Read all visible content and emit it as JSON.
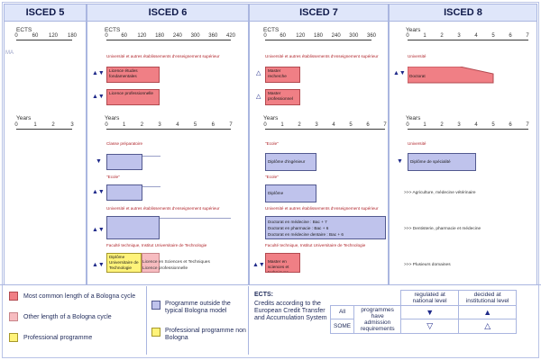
{
  "headers": [
    "ISCED 5",
    "ISCED 6",
    "ISCED 7",
    "ISCED 8"
  ],
  "axes": {
    "ects_label": "ECTS",
    "years_label": "Years",
    "isced5_ects_ticks": [
      "0",
      "60",
      "120",
      "180"
    ],
    "isced6_ects_ticks": [
      "0",
      "60",
      "120",
      "180",
      "240",
      "300",
      "360",
      "420"
    ],
    "isced7_ects_ticks": [
      "0",
      "60",
      "120",
      "180",
      "240",
      "300",
      "360"
    ],
    "isced8_year_ticks": [
      "0",
      "1",
      "2",
      "3",
      "4",
      "5",
      "6",
      "7"
    ],
    "isced5_year_ticks": [
      "0",
      "1",
      "2",
      "3"
    ],
    "isced6_year_ticks": [
      "0",
      "1",
      "2",
      "3",
      "4",
      "5",
      "6",
      "7"
    ],
    "isced7_year_ticks": [
      "0",
      "1",
      "2",
      "3",
      "4",
      "5",
      "6",
      "7"
    ],
    "isced8_year_ticks2": [
      "0",
      "1",
      "2",
      "3",
      "4",
      "5",
      "6",
      "7"
    ]
  },
  "country_code": "MA",
  "isced6": {
    "uni_label": "Université et autres établissements d'enseignement supérieur",
    "licence_fond": "Licence études fondamentales",
    "licence_pro": "Licence professionnelle",
    "classe_prep": "Classe préparatoire",
    "ecole": "\"Ecole\"",
    "uni_label2": "Université et autres établissements d'enseignement supérieur",
    "faculte": "Faculté technique, Institut Universitaire de Technologie",
    "diplome_univ": "Diplôme Universitaire de Technologie",
    "licence_sci": "Licence en Sciences et Techniques",
    "licence_pro2": "Licence professionnelle"
  },
  "isced7": {
    "uni_label": "Université et autres établissements d'enseignement supérieur",
    "master_rech": "Master recherche",
    "master_pro": "Master professionnel",
    "ecole": "\"Ecole\"",
    "diplome_ing": "Diplôme d'ingénieur",
    "ecole2": "\"Ecole\"",
    "diplome": "Diplôme",
    "uni_label2": "Université et autres établissements d'enseignement supérieur",
    "doctorat_med": "Doctorat en médecine : Bac + 7",
    "doctorat_pharm": "Doctorat en pharmacie : Bac + 6",
    "doctorat_dent": "Doctorat en médecine dentaire : Bac + 6",
    "faculte": "Faculté technique, Institut Universitaire de Technologie",
    "master_sci": "Master en sciences et techniques"
  },
  "isced8": {
    "universite": "Université",
    "doctorat": "Doctorat",
    "universite2": "Université",
    "diplome_spec": "Diplôme de spécialité",
    "note1": ">>> Agriculture, médecine vétérinaire",
    "note2": ">>> Dentisterie, pharmacie et médecine",
    "note3": ">>> Plusieurs domaines"
  },
  "legend": {
    "most_common": "Most common length of a Bologna cycle",
    "other_length": "Other length of a Bologna cycle",
    "professional": "Professional programme",
    "outside": "Programme outside the typical Bologna model",
    "prof_non": "Professional programme non Bologna",
    "ects_title": "ECTS:",
    "ects_desc": "Credits according to the European Credit Transfer and Accumulation System",
    "regulated": "regulated at national level",
    "decided": "decided at institutional level",
    "all": "All",
    "some": "SOME",
    "programmes": "programmes have admission requirements",
    "tri_filled": "▼",
    "tri_filled_up": "▲",
    "tri_empty_down": "▽",
    "tri_empty_up": "△"
  },
  "colors": {
    "most_common": "#f07f85",
    "other": "#f7bcc0",
    "professional": "#fff37a",
    "outside": "#bfc3ec",
    "header": "#dfe6fa"
  }
}
